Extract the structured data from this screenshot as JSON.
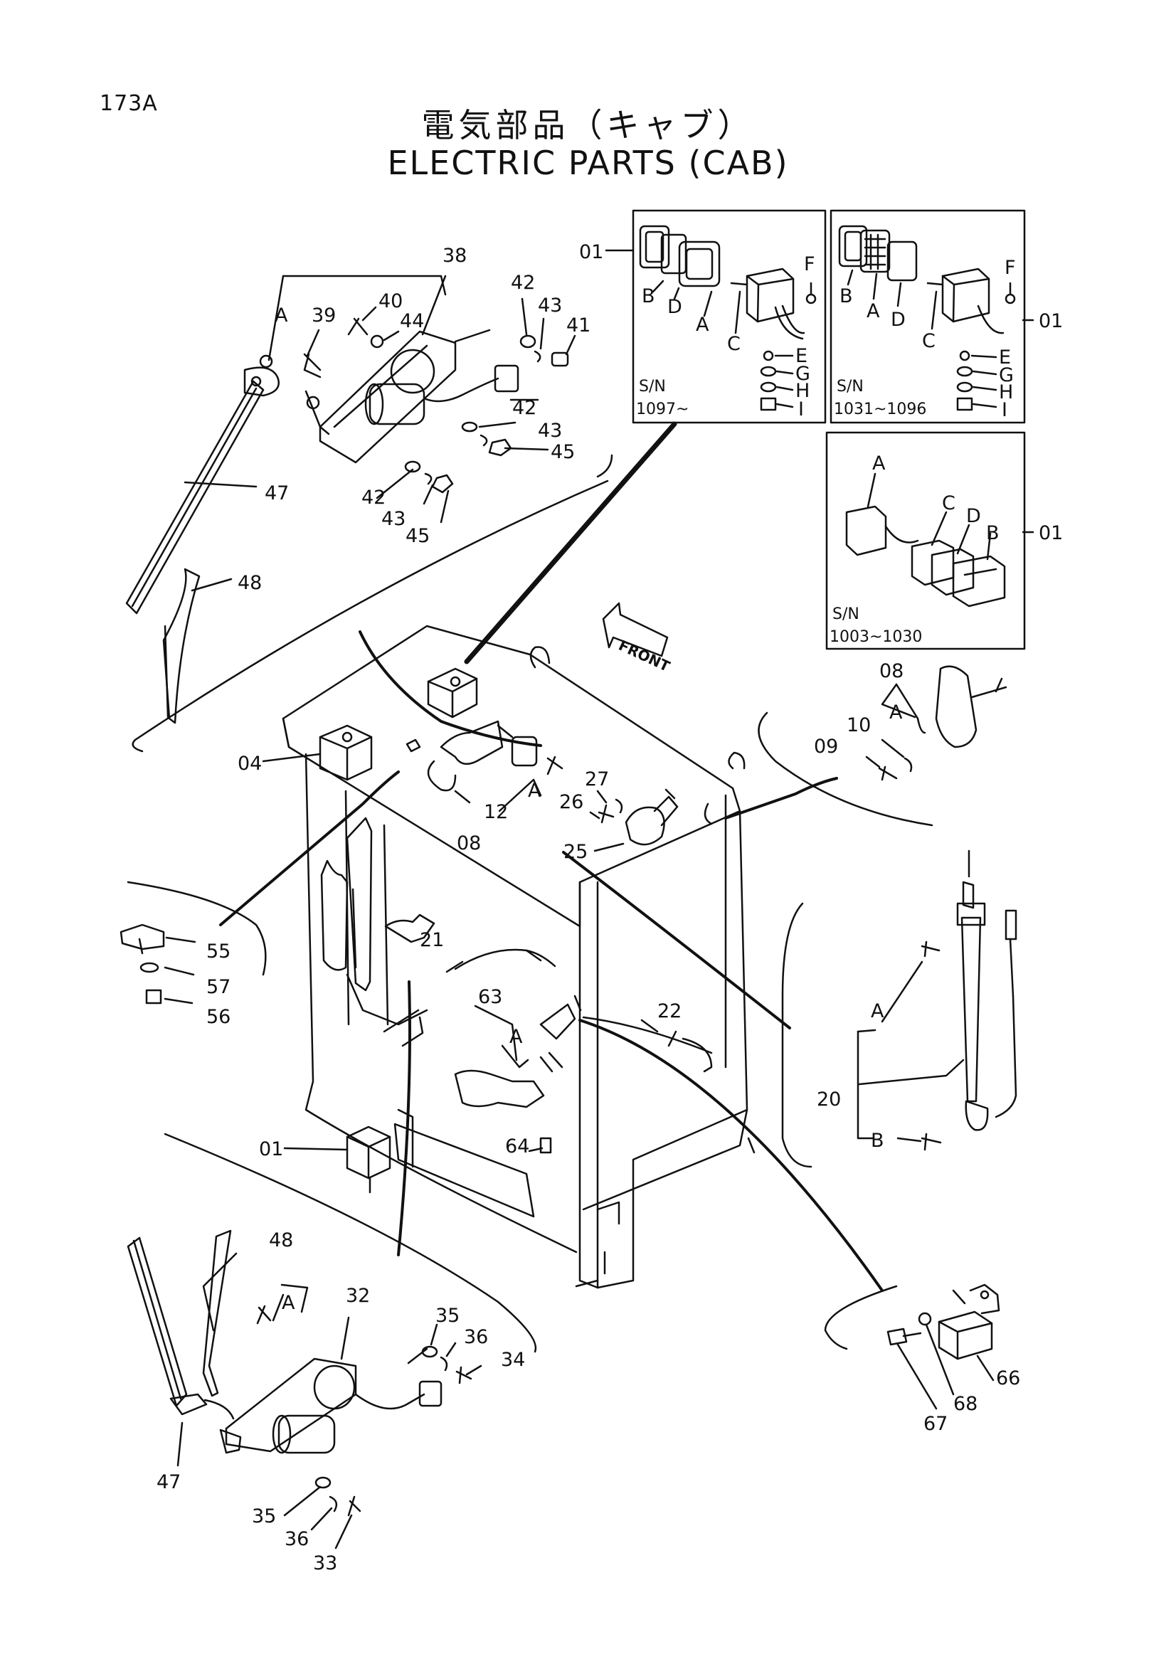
{
  "page_number": "173A",
  "title_jp": "電気部品（キャブ）",
  "title_en": "ELECTRIC PARTS (CAB)",
  "front_label": "FRONT",
  "insets": [
    {
      "part": "01",
      "serial_prefix": "S/N",
      "serial_range": "1097~",
      "letters": [
        "B",
        "D",
        "A",
        "C",
        "F",
        "E",
        "G",
        "H",
        "I"
      ]
    },
    {
      "part": "01",
      "serial_prefix": "S/N",
      "serial_range": "1031~1096",
      "letters": [
        "B",
        "A",
        "D",
        "C",
        "F",
        "E",
        "G",
        "H",
        "I"
      ]
    },
    {
      "part": "01",
      "serial_prefix": "S/N",
      "serial_range": "1003~1030",
      "letters": [
        "A",
        "C",
        "D",
        "B"
      ]
    }
  ],
  "callouts": {
    "c38": "38",
    "c42a": "42",
    "c43a": "43",
    "c41": "41",
    "c40": "40",
    "c39": "39",
    "c44": "44",
    "cA1": "A",
    "c42b": "42",
    "c43b": "43",
    "c45a": "45",
    "c47a": "47",
    "c42c": "42",
    "c43c": "43",
    "c45b": "45",
    "c48a": "48",
    "c04": "04",
    "c08a": "08",
    "c12": "12",
    "cA2": "A",
    "c27": "27",
    "c26": "26",
    "c25": "25",
    "c08b": "08",
    "cA3": "A",
    "c10": "10",
    "c09": "09",
    "c55": "55",
    "c57": "57",
    "c56": "56",
    "c21": "21",
    "c63": "63",
    "cA4": "A",
    "c22": "22",
    "c64": "64",
    "c01m": "01",
    "cA5": "A",
    "c20": "20",
    "cB5": "B",
    "c48b": "48",
    "c32": "32",
    "cA6": "A",
    "c35a": "35",
    "c36a": "36",
    "c34": "34",
    "c47b": "47",
    "c35b": "35",
    "c36b": "36",
    "c33": "33",
    "c66": "66",
    "c68": "68",
    "c67": "67"
  }
}
